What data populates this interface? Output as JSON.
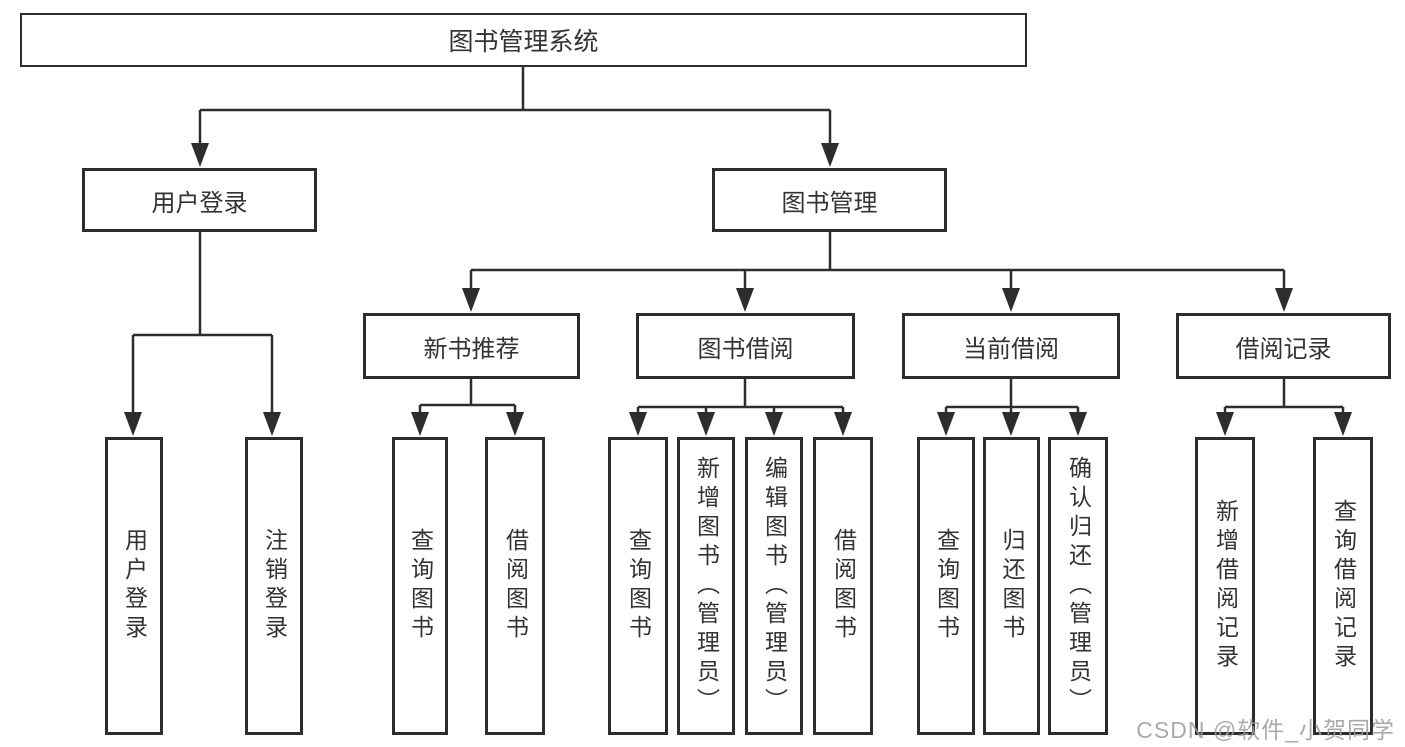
{
  "watermark": "CSDN @软件_小贺同学",
  "colors": {
    "line": "#2d2d2d",
    "text": "#333333",
    "background": "#ffffff",
    "watermark": "#9e9e9e"
  },
  "tree": {
    "label": "图书管理系统",
    "children": [
      {
        "label": "用户登录",
        "children": [
          {
            "label": "用户登录"
          },
          {
            "label": "注销登录"
          }
        ]
      },
      {
        "label": "图书管理",
        "children": [
          {
            "label": "新书推荐",
            "children": [
              {
                "label": "查询图书"
              },
              {
                "label": "借阅图书"
              }
            ]
          },
          {
            "label": "图书借阅",
            "children": [
              {
                "label": "查询图书"
              },
              {
                "label": "新增图书（管理员）"
              },
              {
                "label": "编辑图书（管理员）"
              },
              {
                "label": "借阅图书"
              }
            ]
          },
          {
            "label": "当前借阅",
            "children": [
              {
                "label": "查询图书"
              },
              {
                "label": "归还图书"
              },
              {
                "label": "确认归还（管理员）"
              }
            ]
          },
          {
            "label": "借阅记录",
            "children": [
              {
                "label": "新增借阅记录"
              },
              {
                "label": "查询借阅记录"
              }
            ]
          }
        ]
      }
    ]
  }
}
